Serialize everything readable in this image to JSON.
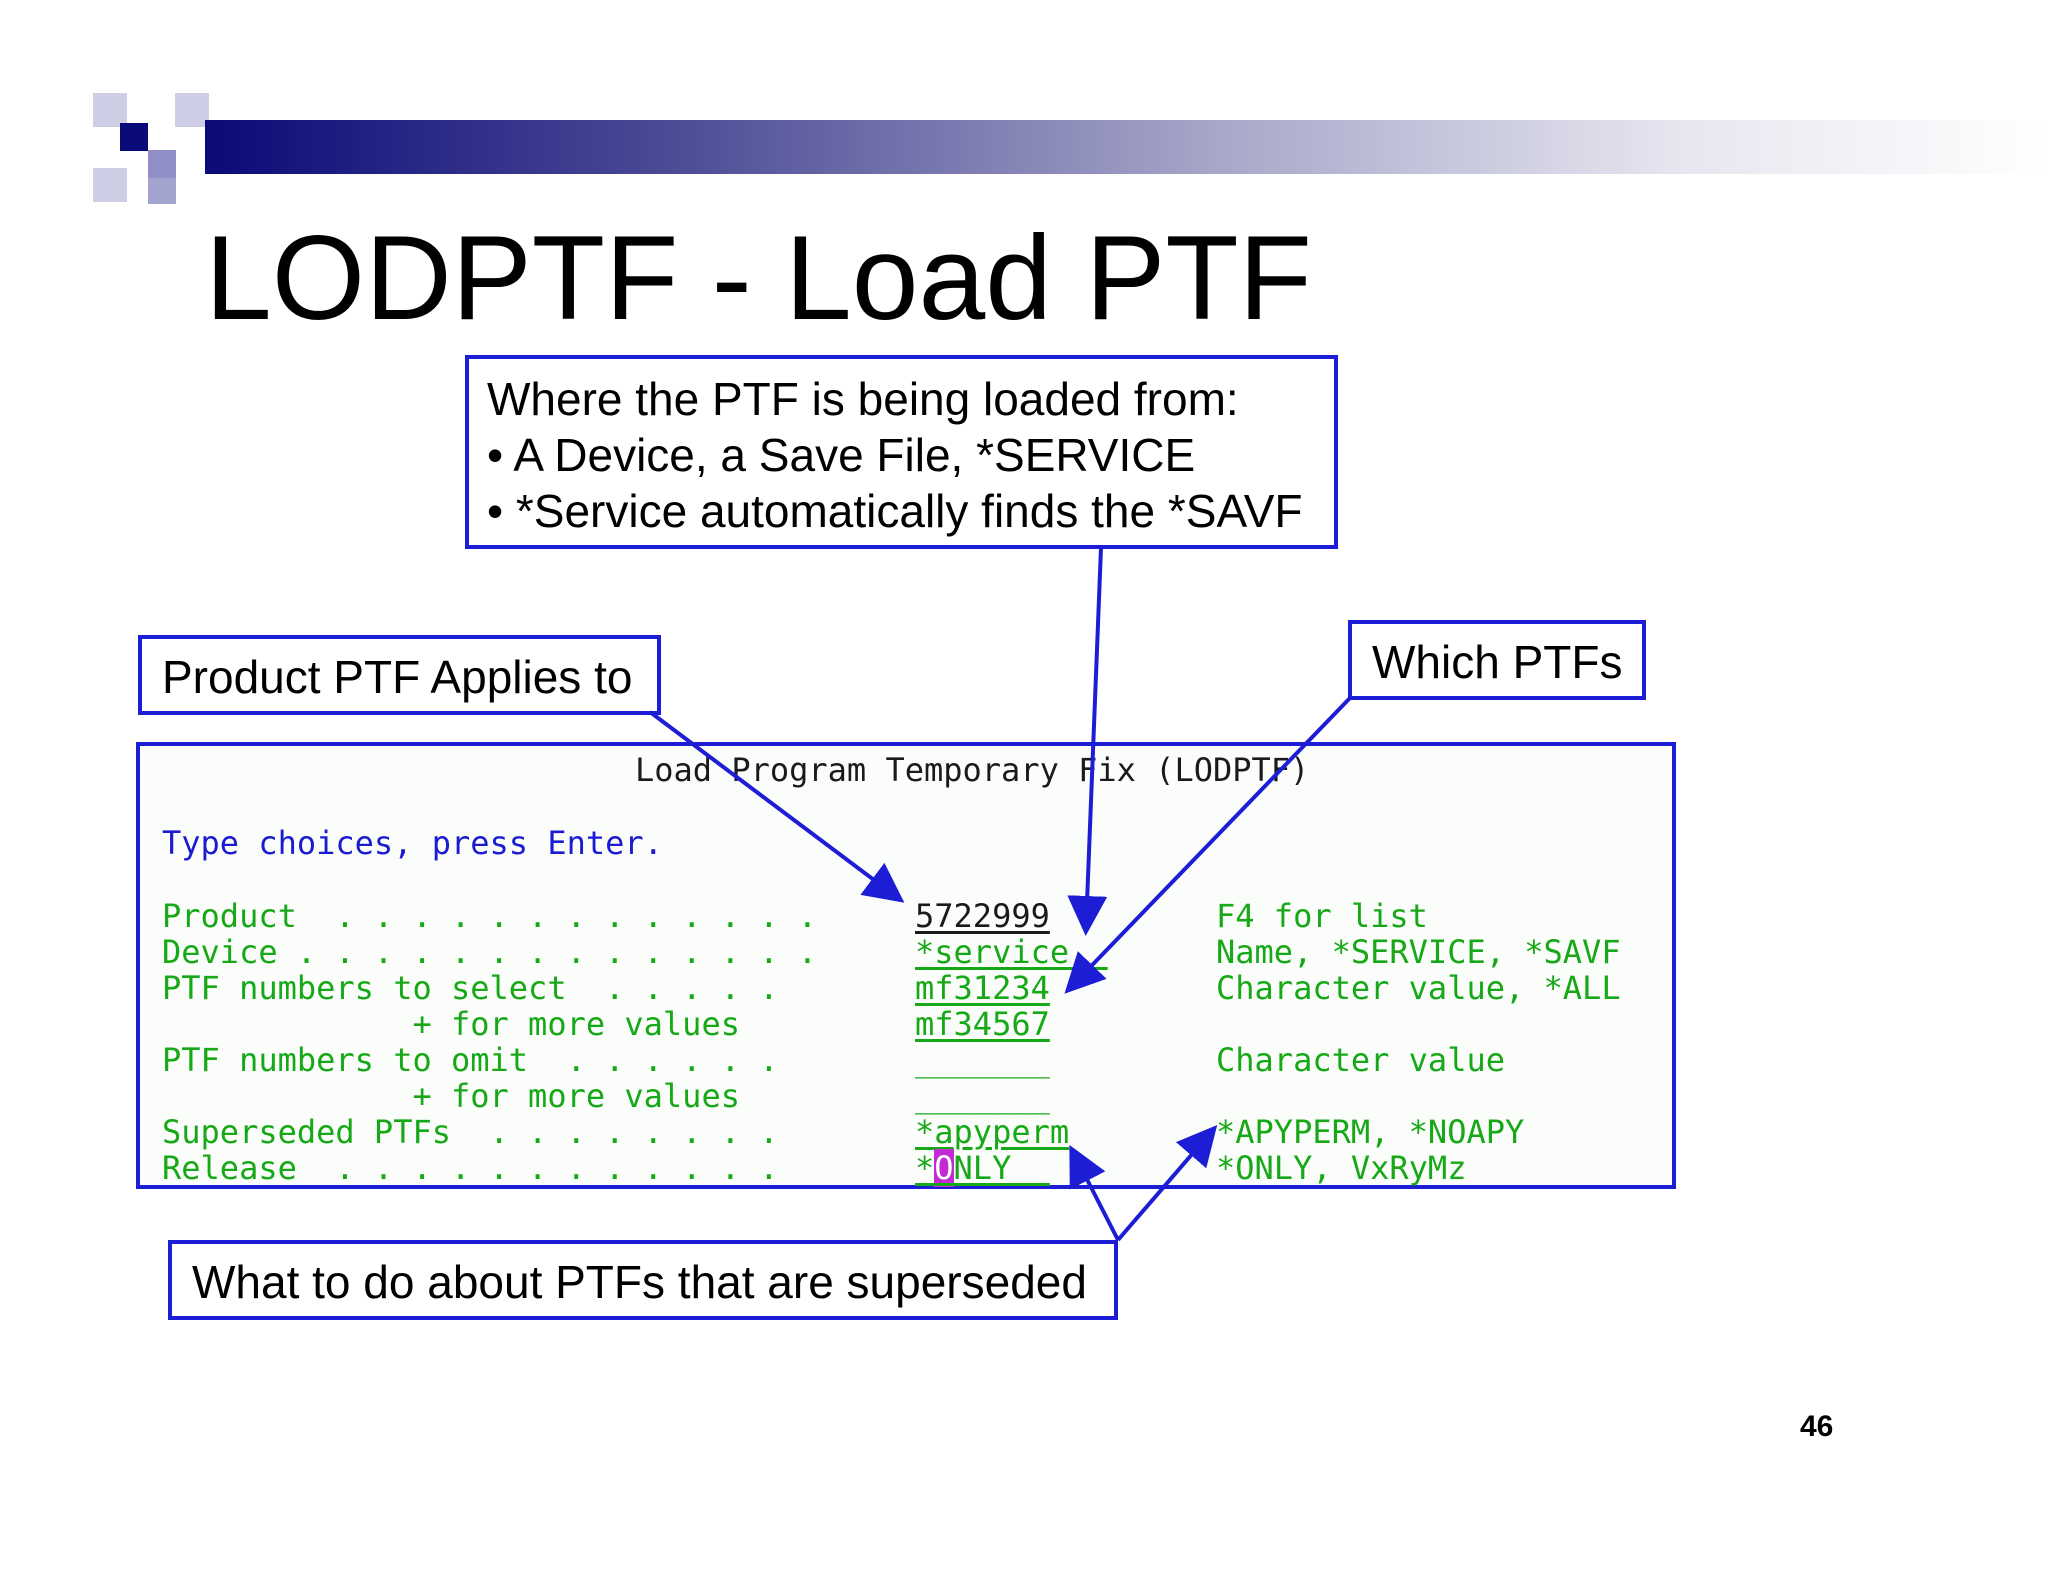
{
  "slide": {
    "title": "LODPTF - Load PTF",
    "page_number": "46"
  },
  "callouts": {
    "source": {
      "line1": "Where the PTF is being loaded from:",
      "line2": "• A Device, a Save File, *SERVICE",
      "line3": "• *Service automatically finds the *SAVF"
    },
    "product": "Product PTF Applies to",
    "which": "Which PTFs",
    "superseded": "What to do about PTFs that are superseded"
  },
  "terminal": {
    "heading": "Load Program Temporary Fix (LODPTF)",
    "instruction": "Type choices, press Enter.",
    "rows": [
      {
        "label": "Product  . . . . . . . . . . . . .",
        "value": "5722999",
        "hint": "F4 for list"
      },
      {
        "label": "Device . . . . . . . . . . . . . .",
        "value": "*service  ",
        "hint": "Name, *SERVICE, *SAVF"
      },
      {
        "label": "PTF numbers to select  . . . . .",
        "value": "mf31234",
        "hint": "Character value, *ALL"
      },
      {
        "label": "             + for more values",
        "value": "mf34567",
        "hint": ""
      },
      {
        "label": "PTF numbers to omit  . . . . . .",
        "value": "_______",
        "hint": "Character value"
      },
      {
        "label": "             + for more values",
        "value": "_______",
        "hint": ""
      },
      {
        "label": "Superseded PTFs  . . . . . . . .",
        "value": "*apyperm",
        "hint": "*APYPERM, *NOAPY"
      },
      {
        "label": "Release  . . . . . . . . . . . .",
        "value_prefix": "*",
        "value_cursor": "O",
        "value_rest": "NLY  ",
        "hint": "*ONLY, VxRyMz"
      }
    ]
  },
  "colors": {
    "accent_blue": "#1d1dd6",
    "terminal_green": "#17a817",
    "terminal_blue": "#1b1bd2",
    "cursor_magenta": "#c42ad4"
  }
}
